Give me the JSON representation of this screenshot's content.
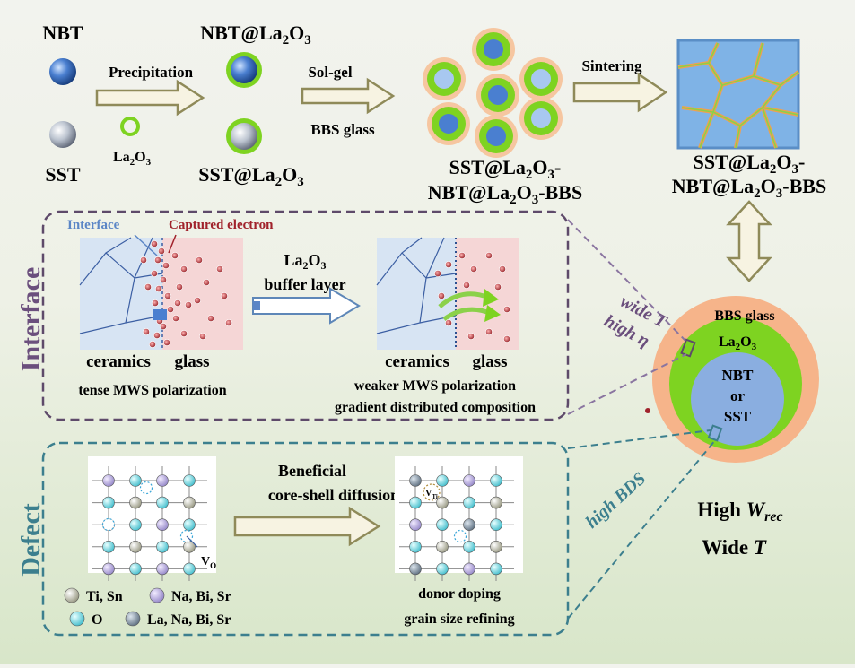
{
  "top": {
    "nbt": "NBT",
    "sst": "SST",
    "precipitation": "Precipitation",
    "la2o3": "La2O3",
    "nbt_la2o3": "NBT@La2O3",
    "sst_la2o3": "SST@La2O3",
    "sol_gel": "Sol-gel",
    "bbs_glass": "BBS glass",
    "composite_line1": "SST@La2O3-",
    "composite_line2": "NBT@La2O3-BBS",
    "sintering": "Sintering",
    "sintered_line1": "SST@La2O3-",
    "sintered_line2": "NBT@La2O3-BBS"
  },
  "interface": {
    "side_label": "Interface",
    "interface_label": "Interface",
    "captured_electron": "Captured electron",
    "buffer_line1": "La2O3",
    "buffer_line2": "buffer layer",
    "ceramics_left": "ceramics",
    "glass_left": "glass",
    "ceramics_right": "ceramics",
    "glass_right": "glass",
    "caption_left": "tense MWS polarization",
    "caption_right_line1": "weaker MWS polarization",
    "caption_right_line2": "gradient distributed composition",
    "wide_t": "wide T",
    "high_eta": "high η"
  },
  "defect": {
    "side_label": "Defect",
    "beneficial_line1": "Beneficial",
    "beneficial_line2": "core-shell diffusion",
    "vo": "VO",
    "vti": "VTi",
    "legend_ti_sn": "Ti, Sn",
    "legend_na_bi_sr": "Na, Bi, Sr",
    "legend_o": "O",
    "legend_la_na_bi_sr": "La, Na, Bi, Sr",
    "caption_line1": "donor doping",
    "caption_line2": "grain size refining",
    "high_bds": "high BDS"
  },
  "core_shell": {
    "bbs_glass": "BBS glass",
    "la2o3": "La2O3",
    "core_line1": "NBT",
    "core_line2": "or",
    "core_line3": "SST"
  },
  "results": {
    "high_wrec": "High Wrec",
    "wide_t": "Wide T"
  },
  "colors": {
    "interface_frame": "#5e4a6a",
    "defect_frame": "#3c7f8e",
    "arrow_fill": "#f7f3e2",
    "arrow_stroke": "#8f8a59",
    "green_shell": "#7ed321",
    "glass_peach": "#f6b48a",
    "core_blue": "#8aaee0",
    "electron_red": "#a0222b"
  }
}
